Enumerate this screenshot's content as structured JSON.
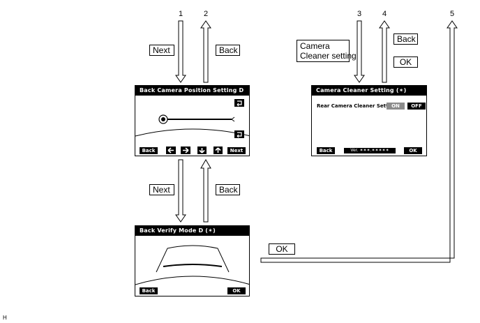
{
  "steps": [
    "1",
    "2",
    "3",
    "4",
    "5"
  ],
  "labels": {
    "next_1": "Next",
    "back_2": "Back",
    "camera_setting_line1": "Camera",
    "camera_setting_line2": "Cleaner setting",
    "back_4": "Back",
    "ok_4": "OK",
    "next_lower": "Next",
    "back_lower": "Back",
    "ok_5": "OK"
  },
  "screen_position": {
    "title": "Back Camera Position Setting D (✶)",
    "buttons": {
      "back": "Back",
      "next": "Next"
    },
    "arrow_icons": [
      "left-arrow-icon",
      "right-arrow-icon",
      "down-arrow-icon",
      "up-arrow-icon"
    ]
  },
  "screen_cleaner": {
    "title": "Camera Cleaner Setting (✶)",
    "row_label": "Rear Camera Cleaner Setting",
    "on": "ON",
    "off": "OFF",
    "version": "Ver. ✶✶✶.✶✶✶✶✶",
    "back": "Back",
    "ok": "OK"
  },
  "screen_verify": {
    "title": "Back Verify Mode D (✶)",
    "back": "Back",
    "ok": "OK"
  },
  "corner_mark": "H",
  "colors": {
    "line": "#000000",
    "gray_button": "#8c8c8c"
  }
}
